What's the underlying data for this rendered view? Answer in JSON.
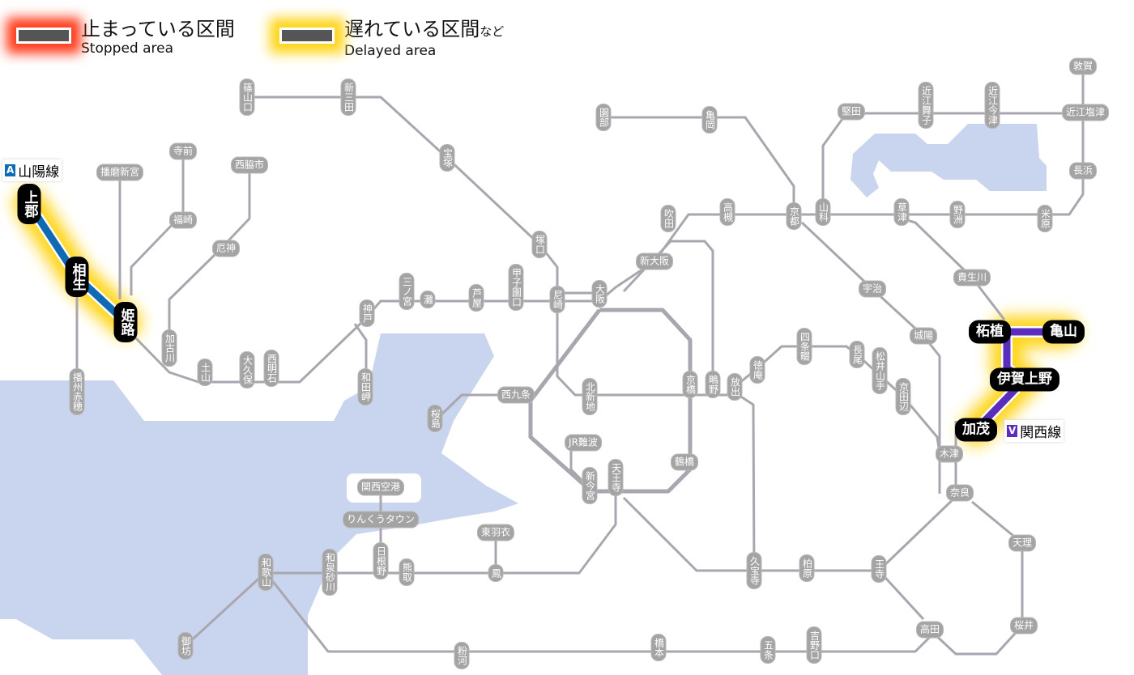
{
  "legend": {
    "stopped": {
      "ja": "止まっている区間",
      "en": "Stopped area",
      "color": "#ff3a1a"
    },
    "delayed": {
      "ja": "遅れている区間",
      "ja_suffix": "など",
      "en": "Delayed area",
      "color": "#ffd51a"
    }
  },
  "lines": [
    {
      "code": "A",
      "name": "山陽線",
      "color": "#0f6ab4",
      "status": "delayed"
    },
    {
      "code": "V",
      "name": "関西線",
      "color": "#5a2dbd",
      "status": "delayed"
    }
  ],
  "stations": [
    {
      "name": "篠山口",
      "status": "normal"
    },
    {
      "name": "新三田",
      "status": "normal"
    },
    {
      "name": "宝塚",
      "status": "normal"
    },
    {
      "name": "塚口",
      "status": "normal"
    },
    {
      "name": "尼崎",
      "status": "normal"
    },
    {
      "name": "甲子園口",
      "status": "normal"
    },
    {
      "name": "芦屋",
      "status": "normal"
    },
    {
      "name": "灘",
      "status": "normal"
    },
    {
      "name": "三ノ宮",
      "status": "normal"
    },
    {
      "name": "神戸",
      "status": "normal"
    },
    {
      "name": "和田岬",
      "status": "normal"
    },
    {
      "name": "西明石",
      "status": "normal"
    },
    {
      "name": "大久保",
      "status": "normal"
    },
    {
      "name": "土山",
      "status": "normal"
    },
    {
      "name": "加古川",
      "status": "normal"
    },
    {
      "name": "厄神",
      "status": "normal"
    },
    {
      "name": "西脇市",
      "status": "normal"
    },
    {
      "name": "寺前",
      "status": "normal"
    },
    {
      "name": "福崎",
      "status": "normal"
    },
    {
      "name": "播磨新宮",
      "status": "normal"
    },
    {
      "name": "播州赤穂",
      "status": "normal"
    },
    {
      "name": "上郡",
      "status": "delayed"
    },
    {
      "name": "相生",
      "status": "delayed"
    },
    {
      "name": "姫路",
      "status": "delayed"
    },
    {
      "name": "大阪",
      "status": "normal"
    },
    {
      "name": "新大阪",
      "status": "normal"
    },
    {
      "name": "吹田",
      "status": "normal"
    },
    {
      "name": "高槻",
      "status": "normal"
    },
    {
      "name": "京都",
      "status": "normal"
    },
    {
      "name": "山科",
      "status": "normal"
    },
    {
      "name": "園部",
      "status": "normal"
    },
    {
      "name": "亀岡",
      "status": "normal"
    },
    {
      "name": "堅田",
      "status": "normal"
    },
    {
      "name": "近江舞子",
      "status": "normal"
    },
    {
      "name": "近江今津",
      "status": "normal"
    },
    {
      "name": "近江塩津",
      "status": "normal"
    },
    {
      "name": "敦賀",
      "status": "normal"
    },
    {
      "name": "長浜",
      "status": "normal"
    },
    {
      "name": "米原",
      "status": "normal"
    },
    {
      "name": "野洲",
      "status": "normal"
    },
    {
      "name": "草津",
      "status": "normal"
    },
    {
      "name": "貴生川",
      "status": "normal"
    },
    {
      "name": "宇治",
      "status": "normal"
    },
    {
      "name": "城陽",
      "status": "normal"
    },
    {
      "name": "木津",
      "status": "normal"
    },
    {
      "name": "奈良",
      "status": "normal"
    },
    {
      "name": "天理",
      "status": "normal"
    },
    {
      "name": "桜井",
      "status": "normal"
    },
    {
      "name": "高田",
      "status": "normal"
    },
    {
      "name": "王寺",
      "status": "normal"
    },
    {
      "name": "柏原",
      "status": "normal"
    },
    {
      "name": "久宝寺",
      "status": "normal"
    },
    {
      "name": "放出",
      "status": "normal"
    },
    {
      "name": "鴫野",
      "status": "normal"
    },
    {
      "name": "京橋",
      "status": "normal"
    },
    {
      "name": "鶴橋",
      "status": "normal"
    },
    {
      "name": "天王寺",
      "status": "normal"
    },
    {
      "name": "新今宮",
      "status": "normal"
    },
    {
      "name": "JR難波",
      "status": "normal"
    },
    {
      "name": "北新地",
      "status": "normal"
    },
    {
      "name": "西九条",
      "status": "normal"
    },
    {
      "name": "桜島",
      "status": "normal"
    },
    {
      "name": "徳庵",
      "status": "normal"
    },
    {
      "name": "四条畷",
      "status": "normal"
    },
    {
      "name": "長尾",
      "status": "normal"
    },
    {
      "name": "松井山手",
      "status": "normal"
    },
    {
      "name": "京田辺",
      "status": "normal"
    },
    {
      "name": "関西空港",
      "status": "normal"
    },
    {
      "name": "りんくうタウン",
      "status": "normal"
    },
    {
      "name": "日根野",
      "status": "normal"
    },
    {
      "name": "熊取",
      "status": "normal"
    },
    {
      "name": "鳳",
      "status": "normal"
    },
    {
      "name": "東羽衣",
      "status": "normal"
    },
    {
      "name": "和泉砂川",
      "status": "normal"
    },
    {
      "name": "和歌山",
      "status": "normal"
    },
    {
      "name": "御坊",
      "status": "normal"
    },
    {
      "name": "粉河",
      "status": "normal"
    },
    {
      "name": "橋本",
      "status": "normal"
    },
    {
      "name": "五条",
      "status": "normal"
    },
    {
      "name": "吉野口",
      "status": "normal"
    },
    {
      "name": "柘植",
      "status": "delayed"
    },
    {
      "name": "亀山",
      "status": "delayed"
    },
    {
      "name": "伊賀上野",
      "status": "delayed"
    },
    {
      "name": "加茂",
      "status": "delayed"
    }
  ]
}
